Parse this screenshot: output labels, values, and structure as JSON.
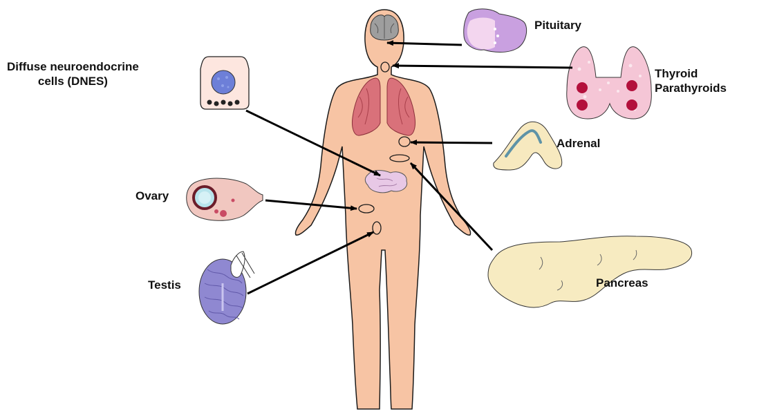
{
  "labels": {
    "pituitary": "Pituitary",
    "thyroid": "Thyroid",
    "parathyroids": "Parathyroids",
    "dnes_line1": "Diffuse neuroendocrine",
    "dnes_line2": "cells (DNES)",
    "adrenal": "Adrenal",
    "ovary": "Ovary",
    "testis": "Testis",
    "pancreas": "Pancreas"
  },
  "colors": {
    "skin": "#f7c4a4",
    "outline": "#1a1a1a",
    "lungs": "#d9717a",
    "brain": "#9e9e9e",
    "thyroid": "#f5c6d6",
    "thyroid_dots": "#b3103c",
    "adrenal": "#f7e9bf",
    "adrenal_vein": "#5e93a7",
    "ovary": "#f1c7c0",
    "testis": "#8f88d1",
    "pancreas": "#f7ebc1",
    "dnes": "#fde6df",
    "dnes_nucleus": "#6d7fd8",
    "pituitary": "#c9a0e0",
    "arrow": "#000000"
  }
}
